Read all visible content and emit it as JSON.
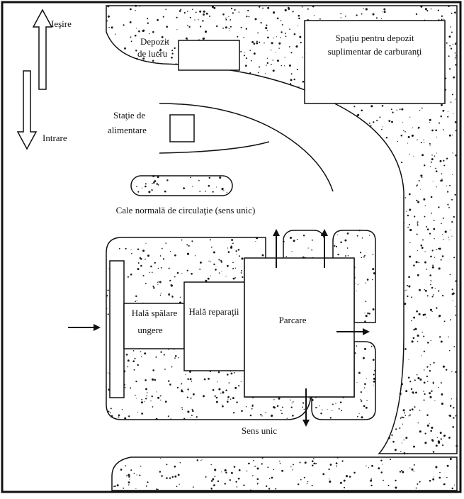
{
  "labels": {
    "exit": "Ieşire",
    "entry": "Intrare",
    "work_depot_line1": "Depozit",
    "work_depot_line2": "de lucru",
    "extra_fuel_line1": "Spaţiu pentru depozit",
    "extra_fuel_line2": "suplimentar de carburanţi",
    "fuel_station_line1": "Staţie de",
    "fuel_station_line2": "alimentare",
    "main_road": "Cale normală de circulaţie (sens unic)",
    "wash_hall_line1": "Hală spălare",
    "wash_hall_line2": "ungere",
    "repair_hall": "Hală reparaţii",
    "parking": "Parcare",
    "one_way": "Sens unic"
  },
  "colors": {
    "ink": "#111111",
    "paper": "#ffffff",
    "speckle": "#1a1a1a"
  }
}
